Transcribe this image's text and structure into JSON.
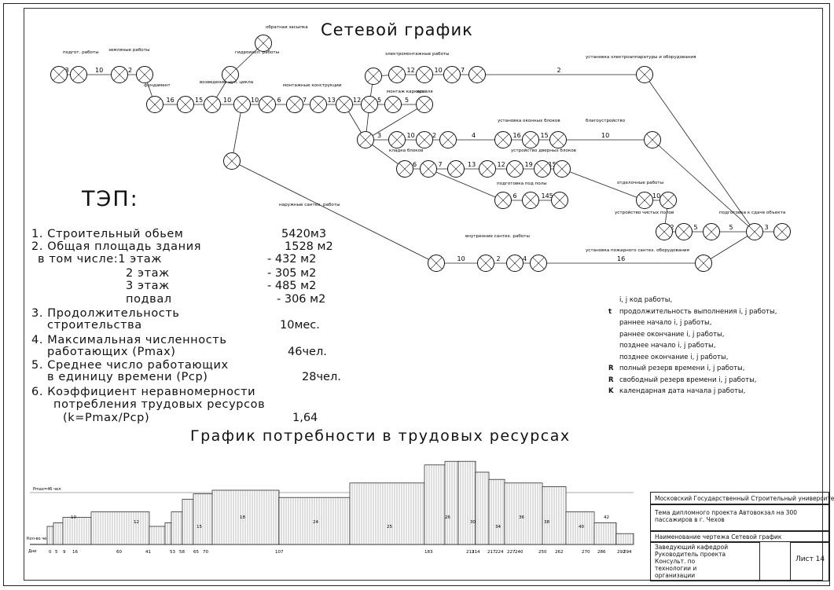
{
  "titles": {
    "network": "Сетевой график",
    "tep": "ТЭП:",
    "histogram": "График потребности в трудовых ресурсах"
  },
  "tep_items": [
    {
      "label": "1. Строительный обьем",
      "value": "5420м3"
    },
    {
      "label": "2. Общая площадь здания",
      "value": "1528 м2"
    },
    {
      "label": "в том числе:1 этаж",
      "value": "- 432 м2"
    },
    {
      "label": "2 этаж",
      "value": "- 305 м2"
    },
    {
      "label": "3 этаж",
      "value": "- 485 м2"
    },
    {
      "label": "подвал",
      "value": "- 306 м2"
    },
    {
      "label": "3. Продолжительность",
      "value": ""
    },
    {
      "label": "строительства",
      "value": "10мес."
    },
    {
      "label": "4. Максимальная численность",
      "value": ""
    },
    {
      "label": "работающих (Pmax)",
      "value": "46чел."
    },
    {
      "label": "5. Среднее число работающих",
      "value": ""
    },
    {
      "label": "в единицу времени (Pср)",
      "value": "28чел."
    },
    {
      "label": "6. Коэффициент неравномерности",
      "value": ""
    },
    {
      "label": "потребления трудовых ресурсов",
      "value": ""
    },
    {
      "label": "(k=Pmax/Pср)",
      "value": "1,64"
    }
  ],
  "legend": [
    "i, j код работы,",
    "продолжительность выполнения i, j работы,",
    "раннее начало i, j работы,",
    "раннее окончание i, j работы,",
    "позднее начало i, j работы,",
    "позднее окончание i, j работы,",
    "полный резерв времени i, j работы,",
    "свободный резерв времени i, j работы,",
    "календарная дата начала j работы,"
  ],
  "legend_prefixes": [
    "",
    "t",
    "",
    "",
    "",
    "",
    "R",
    "R",
    "K"
  ],
  "network_labels": [
    "подгот. работы",
    "земляные работы",
    "обратная засыпка",
    "гидроизол. работы",
    "возведение нул. цикла",
    "фундамент",
    "монтажные конструкции",
    "монтаж каркаса",
    "кровля",
    "электромонтажные работы",
    "кладка блоков",
    "установка оконных блоков",
    "благоустройство",
    "установка электроаппаратуры и оборудования",
    "внутренние сантех. работы",
    "подготовка под полы",
    "устройство дверных блоков",
    "устройство чистых полов",
    "отделочные работы",
    "подготовка к сдаче объекта",
    "установка пожарного сантех. оборудования",
    "наружные сантех. работы"
  ],
  "network_edge_values": [
    "3",
    "10",
    "2",
    "4",
    "16",
    "15",
    "10",
    "10",
    "6",
    "7",
    "13",
    "12",
    "19",
    "15",
    "8",
    "6",
    "145",
    "12",
    "10",
    "7",
    "2",
    "5",
    "5",
    "3"
  ],
  "histogram": {
    "y_label": "Pmax=46 чел.",
    "axis_label_workers": "Кол-во человек",
    "axis_label_days": "Дни",
    "day_ticks": [
      "0",
      "5",
      "9",
      "16",
      "60",
      "41",
      "53",
      "58",
      "65",
      "70",
      "107",
      "183",
      "213",
      "214",
      "217",
      "224",
      "227",
      "240",
      "250",
      "262",
      "270",
      "286",
      "292",
      "294"
    ],
    "worker_values": [
      10,
      12,
      18,
      26,
      42,
      40,
      38,
      36,
      30,
      24,
      12,
      6,
      3
    ],
    "worker_labels": [
      "10",
      "12",
      "15",
      "18",
      "24",
      "25",
      "26",
      "30",
      "34",
      "36",
      "38",
      "40",
      "42"
    ]
  },
  "title_block": {
    "university": "Московский Государственный Строительный университет",
    "project": "Тема дипломного проекта Автовокзал на 300 пассажиров в г. Чехов",
    "drawing_name": "Наименование чертежа Сетевой график",
    "role1": "Заведующий кафедрой",
    "role2": "Руководитель проекта",
    "role3": "Консульт. по технологии и организации",
    "sheet": "Лист 14"
  }
}
